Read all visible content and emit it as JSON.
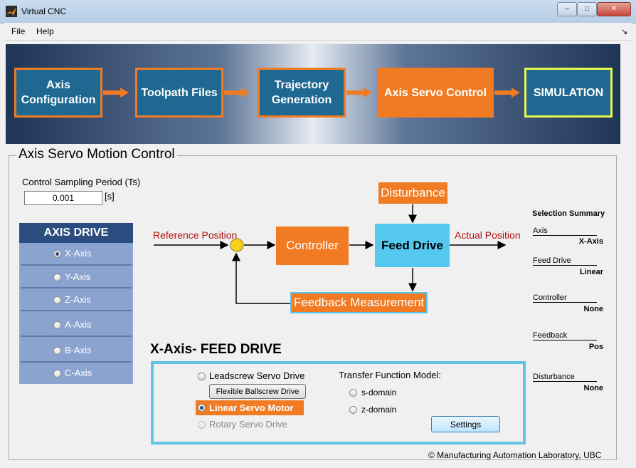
{
  "window": {
    "title": "Virtual CNC",
    "buttons": {
      "minimize": "–",
      "maximize": "□",
      "close": "✕"
    }
  },
  "menu": {
    "items": [
      "File",
      "Help"
    ],
    "chevron": "↘"
  },
  "banner": {
    "steps": [
      {
        "label": "Axis Configuration"
      },
      {
        "label": "Toolpath Files"
      },
      {
        "label": "Trajectory Generation"
      },
      {
        "label": "Axis Servo Control",
        "active": true
      },
      {
        "label": "SIMULATION"
      }
    ],
    "colors": {
      "step": "#1e6892",
      "active": "#f07b23",
      "arrow": "#f07b23",
      "sim_border": "#e8f54a"
    }
  },
  "panel": {
    "title": "Axis Servo Motion Control",
    "sampling": {
      "label": "Control Sampling Period (Ts)",
      "value": "0.001",
      "unit": "[s]"
    }
  },
  "axis_drive": {
    "header": "AXIS DRIVE",
    "items": [
      {
        "label": "X-Axis",
        "selected": true
      },
      {
        "label": "Y-Axis",
        "selected": false
      },
      {
        "label": "Z-Axis",
        "selected": false
      },
      {
        "label": "A-Axis",
        "selected": false
      },
      {
        "label": "B-Axis",
        "selected": false
      },
      {
        "label": "C-Axis",
        "selected": false
      }
    ]
  },
  "diagram": {
    "reference": "Reference Position",
    "controller": "Controller",
    "feed_drive": "Feed Drive",
    "disturbance": "Disturbance",
    "actual": "Actual Position",
    "feedback": "Feedback Measurement",
    "colors": {
      "orange": "#f07b23",
      "blue": "#55c8f0",
      "sum": "#f5d01a",
      "label_red": "#b01010"
    }
  },
  "summary": {
    "title": "Selection Summary",
    "rows": [
      {
        "key": "Axis",
        "value": "X-Axis"
      },
      {
        "key": "Feed Drive",
        "value": "Linear"
      },
      {
        "key": "Controller",
        "value": "None"
      },
      {
        "key": "Feedback",
        "value": "Pos"
      },
      {
        "key": "Disturbance",
        "value": "None"
      }
    ]
  },
  "feed_drive": {
    "title": "X-Axis- FEED DRIVE",
    "options": {
      "leadscrew": "Leadscrew Servo Drive",
      "ballscrew_button": "Flexible Ballscrew Drive",
      "linear": "Linear Servo Motor",
      "rotary": "Rotary Servo Drive"
    },
    "selected": "linear",
    "transfer": {
      "label": "Transfer Function Model:",
      "s": "s-domain",
      "z": "z-domain"
    },
    "settings_button": "Settings"
  },
  "footer": "© Manufacturing Automation Laboratory, UBC"
}
